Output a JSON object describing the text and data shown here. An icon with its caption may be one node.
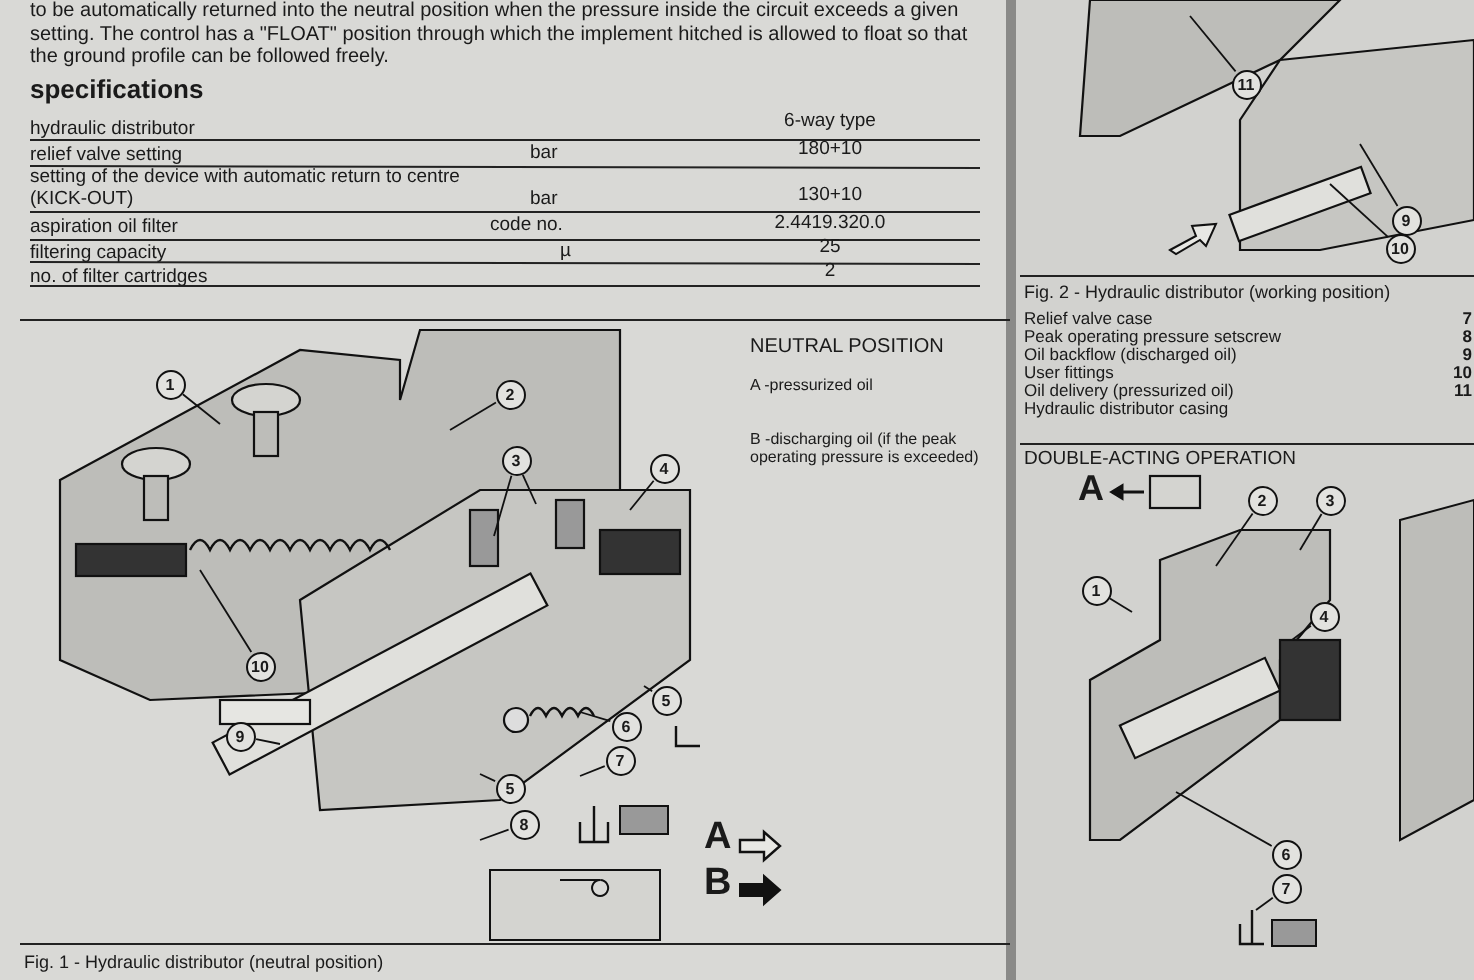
{
  "diagram": {
    "nodes": [
      {
        "text": [
          "1"
        ]
      },
      {
        "text": [
          "2"
        ]
      },
      {
        "text": [
          "3"
        ]
      },
      {
        "text": [
          "4"
        ]
      },
      {
        "text": [
          "5"
        ]
      },
      {
        "text": [
          "6"
        ]
      },
      {
        "text": [
          "7"
        ]
      },
      {
        "text": [
          "5"
        ]
      },
      {
        "text": [
          "8"
        ]
      },
      {
        "text": [
          "9"
        ]
      },
      {
        "text": [
          "10"
        ]
      },
      {
        "text": [
          "11"
        ]
      },
      {
        "text": [
          "9"
        ]
      },
      {
        "text": [
          "10"
        ]
      },
      {
        "text": [
          "2"
        ]
      },
      {
        "text": [
          "3"
        ]
      },
      {
        "text": [
          "1"
        ]
      },
      {
        "text": [
          "4"
        ]
      },
      {
        "text": [
          "6"
        ]
      },
      {
        "text": [
          "7"
        ]
      }
    ],
    "edges": [
      {
        "from": 0,
        "to": null,
        "arrow": "none"
      },
      {
        "from": 1,
        "to": null,
        "arrow": "none"
      },
      {
        "from": 2,
        "to": null,
        "arrow": "none"
      },
      {
        "from": 2,
        "to": null,
        "arrow": "none"
      },
      {
        "from": 3,
        "to": null,
        "arrow": "none"
      },
      {
        "from": 4,
        "to": null,
        "arrow": "none"
      },
      {
        "from": 5,
        "to": null,
        "arrow": "none"
      },
      {
        "from": 6,
        "to": null,
        "arrow": "none"
      },
      {
        "from": 7,
        "to": null,
        "arrow": "none"
      },
      {
        "from": 8,
        "to": null,
        "arrow": "none"
      },
      {
        "from": 9,
        "to": null,
        "arrow": "none"
      },
      {
        "from": 10,
        "to": null,
        "arrow": "none"
      },
      {
        "from": 11,
        "to": null,
        "arrow": "none"
      },
      {
        "from": 12,
        "to": null,
        "arrow": "none"
      },
      {
        "from": 13,
        "to": null,
        "arrow": "none"
      },
      {
        "from": 14,
        "to": null,
        "arrow": "none"
      },
      {
        "from": 15,
        "to": null,
        "arrow": "none"
      },
      {
        "from": 16,
        "to": null,
        "arrow": "none"
      },
      {
        "from": 17,
        "to": null,
        "arrow": "none"
      },
      {
        "from": 18,
        "to": null,
        "arrow": "none"
      },
      {
        "from": 19,
        "to": null,
        "arrow": "none"
      }
    ],
    "labels": [
      "to be automatically returned into the neutral position when the pressure inside the circuit exceeds a given setting. The control has a \"FLOAT\" position through which the implement hitched is allowed to float so that the ground profile can be followed freely.",
      "specifications",
      "hydraulic distributor",
      "6-way type",
      "relief valve setting",
      "bar",
      "180+10",
      "setting of the device with automatic return to centre (KICK-OUT)",
      "bar",
      "130+10",
      "aspiration oil filter",
      "code no.",
      "2.4419.320.0",
      "filtering capacity",
      "µ",
      "25",
      "no. of filter cartridges",
      "2",
      "NEUTRAL POSITION",
      "A -pressurized oil",
      "B -discharging oil (if the peak operating pressure is exceeded)",
      "A",
      "B",
      "Fig. 1 - Hydraulic distributor (neutral position)",
      "Fig. 2 - Hydraulic distributor (working position)",
      "Relief valve case",
      "Peak operating pressure setscrew",
      "Oil backflow (discharged oil)",
      "User fittings",
      "Oil delivery (pressurized oil)",
      "Hydraulic distributor casing",
      "7",
      "8",
      "9",
      "10",
      "11",
      "DOUBLE-ACTING OPERATION",
      "A"
    ]
  }
}
